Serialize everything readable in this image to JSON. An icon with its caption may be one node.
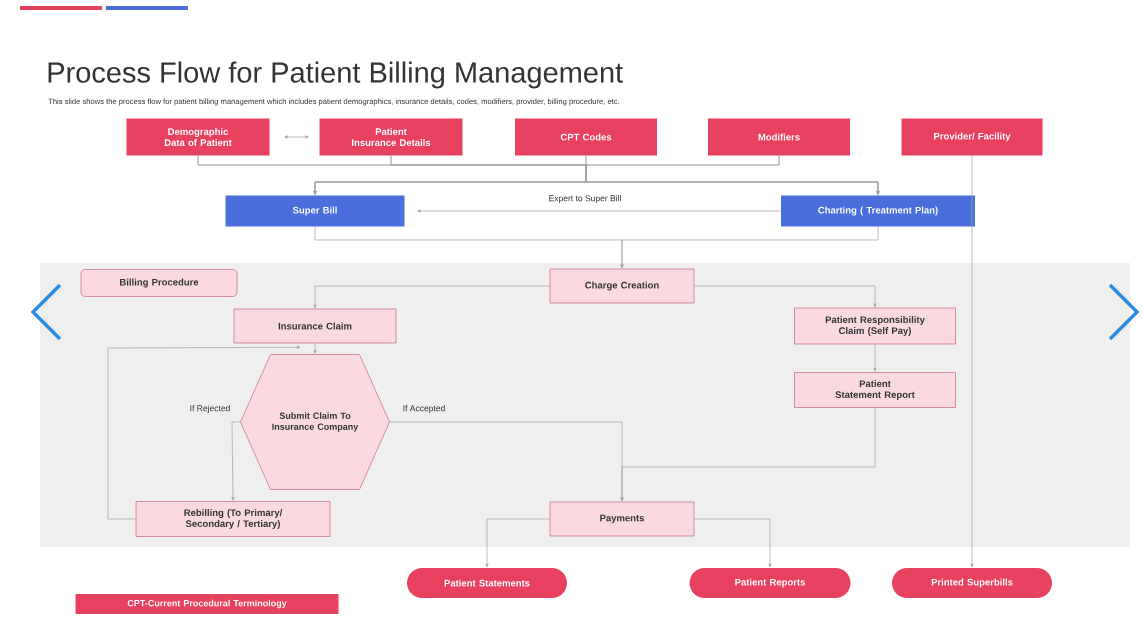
{
  "diagram": {
    "title": "Process Flow for Patient Billing Management",
    "nodes": [
      {
        "text": [
          "Demographic Data of Patient"
        ]
      },
      {
        "text": [
          "Patient Insurance Details"
        ]
      },
      {
        "text": [
          "CPT Codes"
        ]
      },
      {
        "text": [
          "Modifiers"
        ]
      },
      {
        "text": [
          "Provider/ Facility"
        ]
      },
      {
        "text": [
          "Super Bill"
        ]
      },
      {
        "text": [
          "Charting ( Treatment Plan)"
        ]
      },
      {
        "text": [
          "Billing Procedure"
        ]
      },
      {
        "text": [
          "Charge Creation"
        ]
      },
      {
        "text": [
          "Insurance Claim"
        ]
      },
      {
        "text": [
          "Patient Responsibility Claim (Self Pay)"
        ]
      },
      {
        "text": [
          "Submit Claim To Insurance Company"
        ]
      },
      {
        "text": [
          "Patient Statement Report"
        ]
      },
      {
        "text": [
          "Rebilling (To Primary/ Secondary / Tertiary)"
        ]
      },
      {
        "text": [
          "Payments"
        ]
      },
      {
        "text": [
          "Patient Statements"
        ]
      },
      {
        "text": [
          "Patient Reports"
        ]
      },
      {
        "text": [
          "Printed Superbills"
        ]
      },
      {
        "text": [
          "CPT-Current Procedural Terminology"
        ]
      }
    ],
    "edges": [
      {
        "from": 0,
        "to": 1,
        "arrow": "both"
      },
      {
        "from": 0,
        "to": 5,
        "arrow": "to"
      },
      {
        "from": 0,
        "to": 6,
        "arrow": "to"
      },
      {
        "from": 1,
        "to": 5,
        "arrow": "to"
      },
      {
        "from": 1,
        "to": 6,
        "arrow": "to"
      },
      {
        "from": 2,
        "to": 5,
        "arrow": "to"
      },
      {
        "from": 2,
        "to": 6,
        "arrow": "to"
      },
      {
        "from": 3,
        "to": 5,
        "arrow": "to"
      },
      {
        "from": 3,
        "to": 6,
        "arrow": "to"
      },
      {
        "from": 4,
        "to": 17,
        "arrow": "to"
      },
      {
        "from": 6,
        "to": 5,
        "arrow": "to",
        "label": "Expert to Super Bill"
      },
      {
        "from": 5,
        "to": 8,
        "arrow": "to"
      },
      {
        "from": 6,
        "to": 8,
        "arrow": "to"
      },
      {
        "from": 8,
        "to": 9,
        "arrow": "to"
      },
      {
        "from": 8,
        "to": 10,
        "arrow": "to"
      },
      {
        "from": 9,
        "to": 11,
        "arrow": "to"
      },
      {
        "from": 11,
        "to": 13,
        "arrow": "to",
        "label": "If Rejected"
      },
      {
        "from": 11,
        "to": 14,
        "arrow": "to",
        "label": "If Accepted"
      },
      {
        "from": 13,
        "to": 11,
        "arrow": "to"
      },
      {
        "from": 10,
        "to": 12,
        "arrow": "to"
      },
      {
        "from": 12,
        "to": 14,
        "arrow": "to"
      },
      {
        "from": 14,
        "to": 15,
        "arrow": "to"
      },
      {
        "from": 14,
        "to": 16,
        "arrow": "to"
      }
    ],
    "labels": [
      "This slide shows the process flow for patient billing management which includes patient demographics, insurance details, codes, modifiers, provider, billing procedure, etc."
    ]
  }
}
